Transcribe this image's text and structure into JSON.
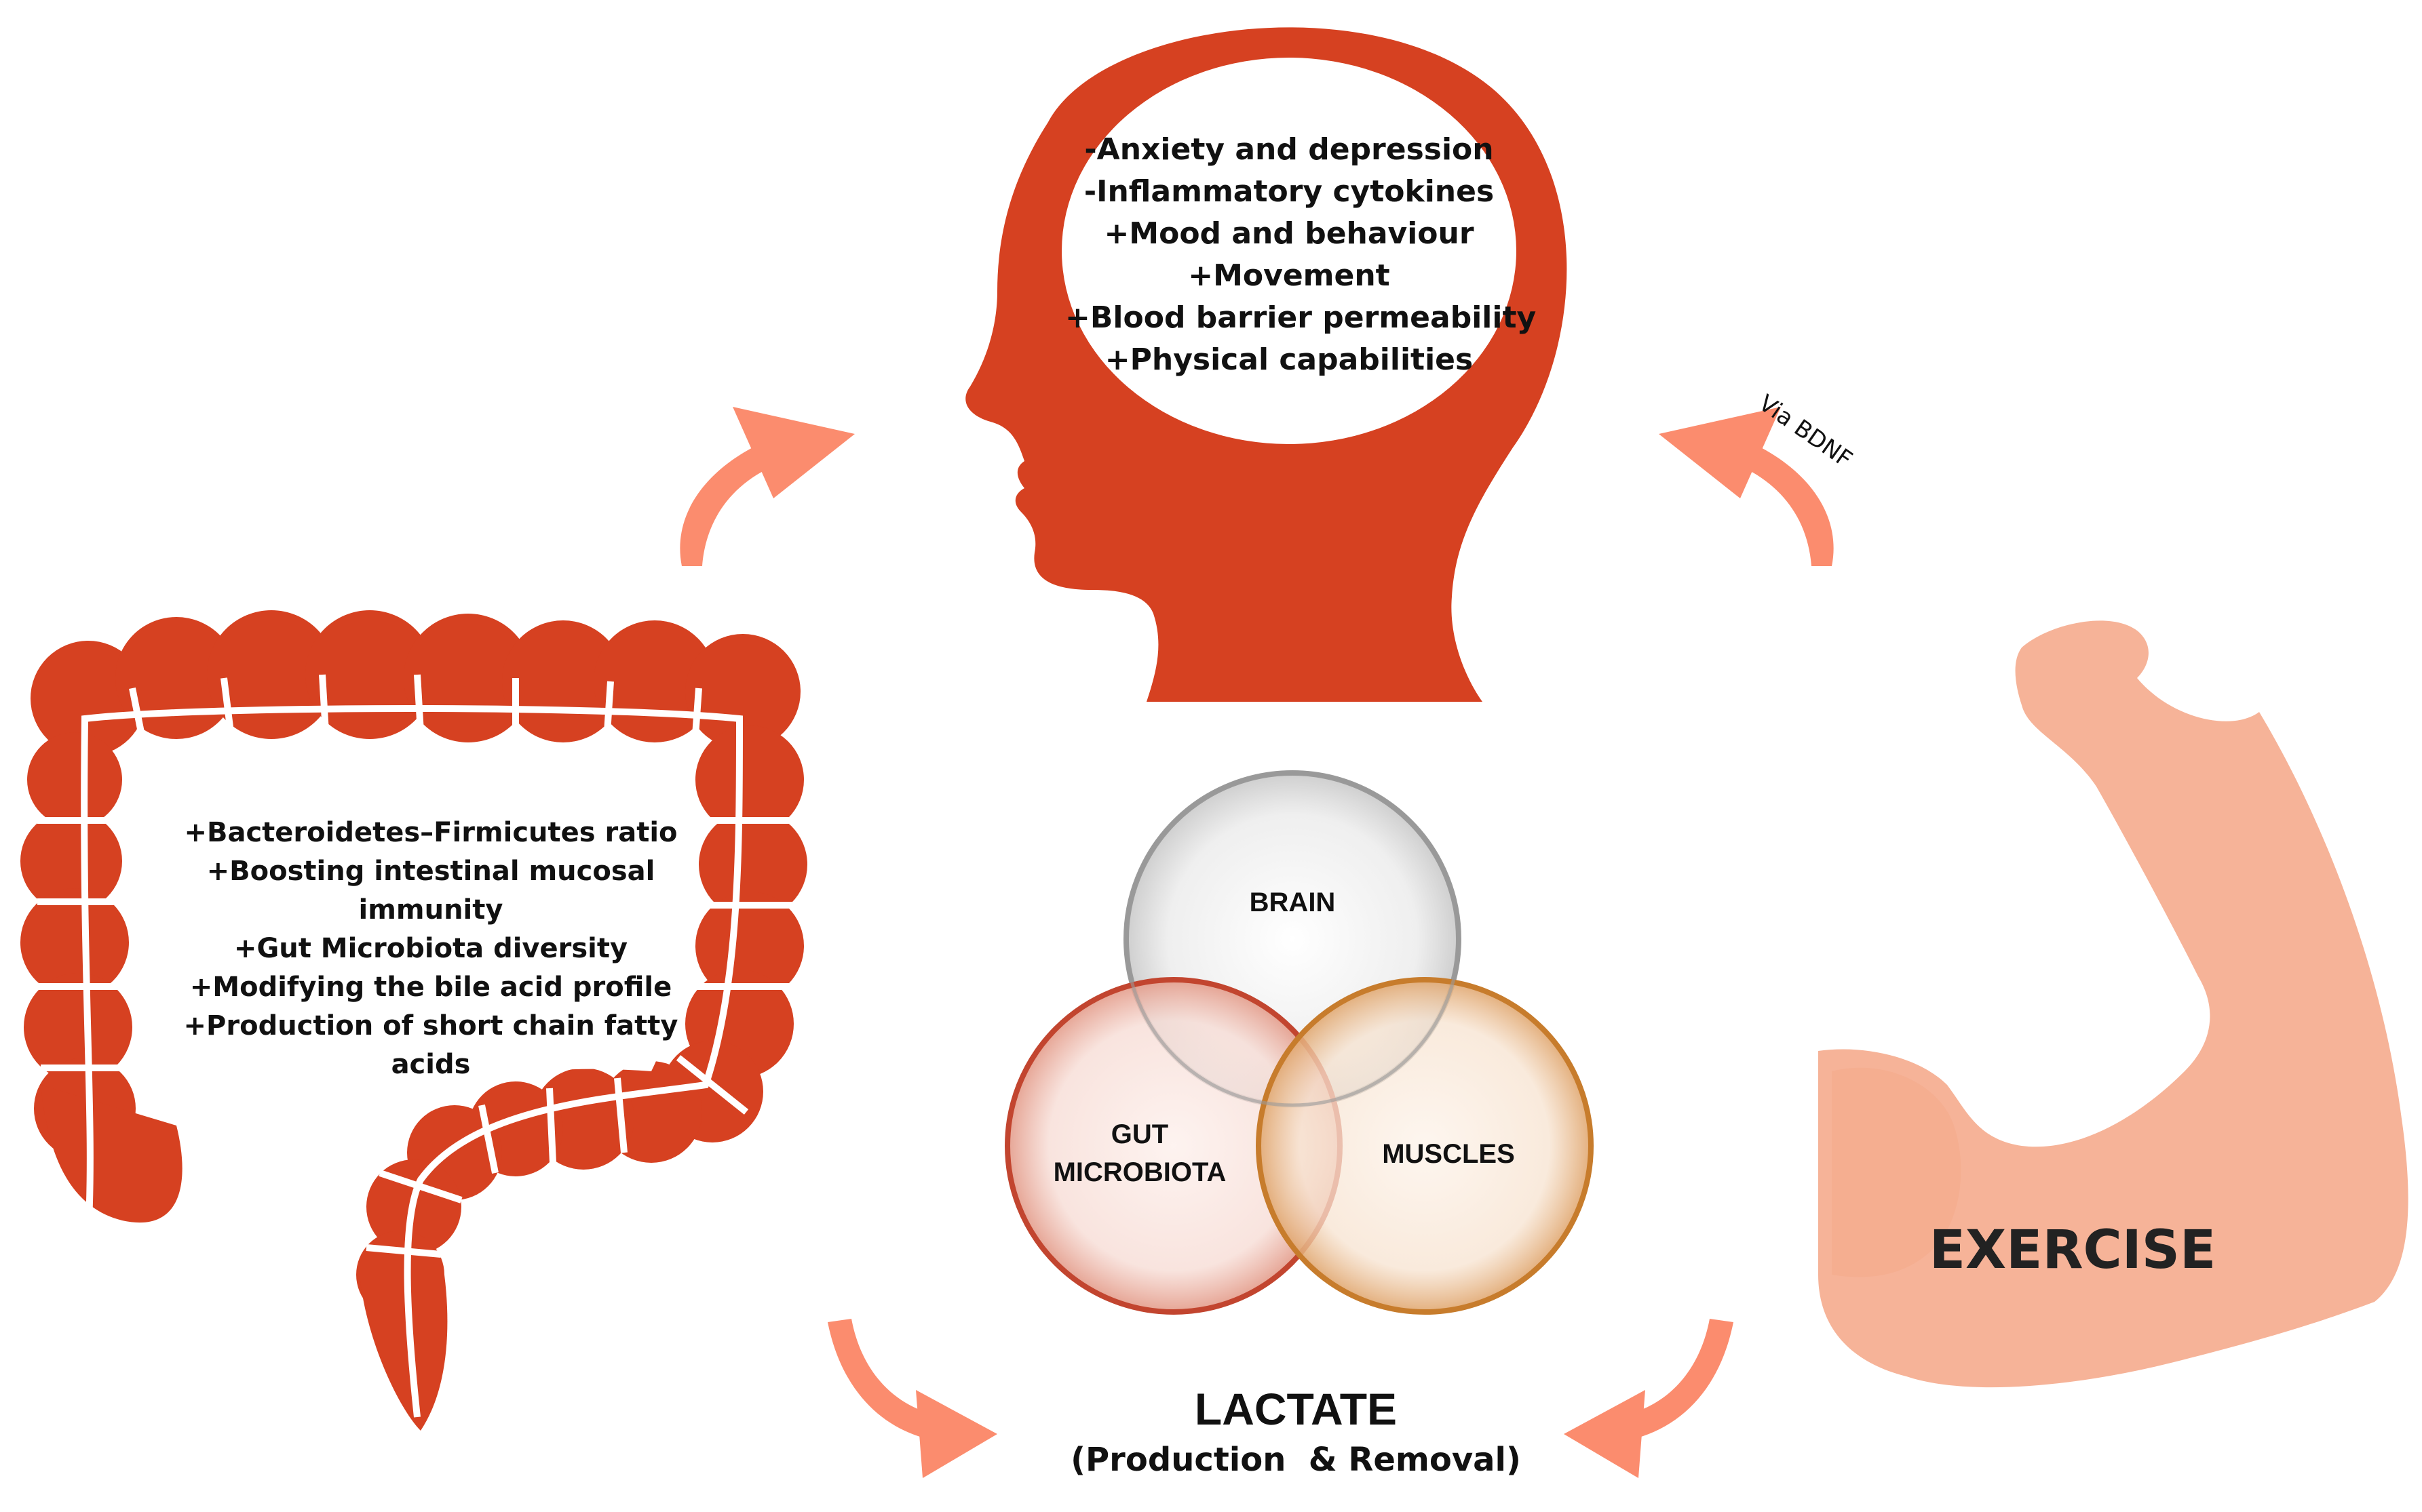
{
  "colors": {
    "organ_red": "#d64121",
    "arrow_salmon": "#fb8c6e",
    "muscle_pink": "#f6b398",
    "brain_circle": "#9a9a9a",
    "gut_circle": "#c2452f",
    "muscle_circle": "#c77c2c"
  },
  "brain": {
    "icon": "head-profile-icon",
    "effects": [
      "-Anxiety and depression",
      "-Inflammatory cytokines",
      "+Mood and behaviour",
      "+Movement",
      "+Blood barrier permeability",
      "+Physical capabilities"
    ]
  },
  "gut": {
    "icon": "intestine-icon",
    "effects": [
      "+Bacteroidetes–Firmicutes ratio",
      "+Boosting intestinal mucosal",
      "immunity",
      "+Gut Microbiota diversity",
      "+Modifying the bile acid profile",
      "+Production of short chain fatty",
      "acids"
    ]
  },
  "arrows": {
    "bdnf_label": "Via BDNF"
  },
  "venn": {
    "brain_label": "BRAIN",
    "gut_label_1": "GUT",
    "gut_label_2": "MICROBIOTA",
    "muscles_label": "MUSCLES"
  },
  "exercise": {
    "icon": "flexed-arm-icon",
    "label": "EXERCISE"
  },
  "lactate": {
    "title": "LACTATE",
    "subtitle": "(Production  & Removal)"
  }
}
